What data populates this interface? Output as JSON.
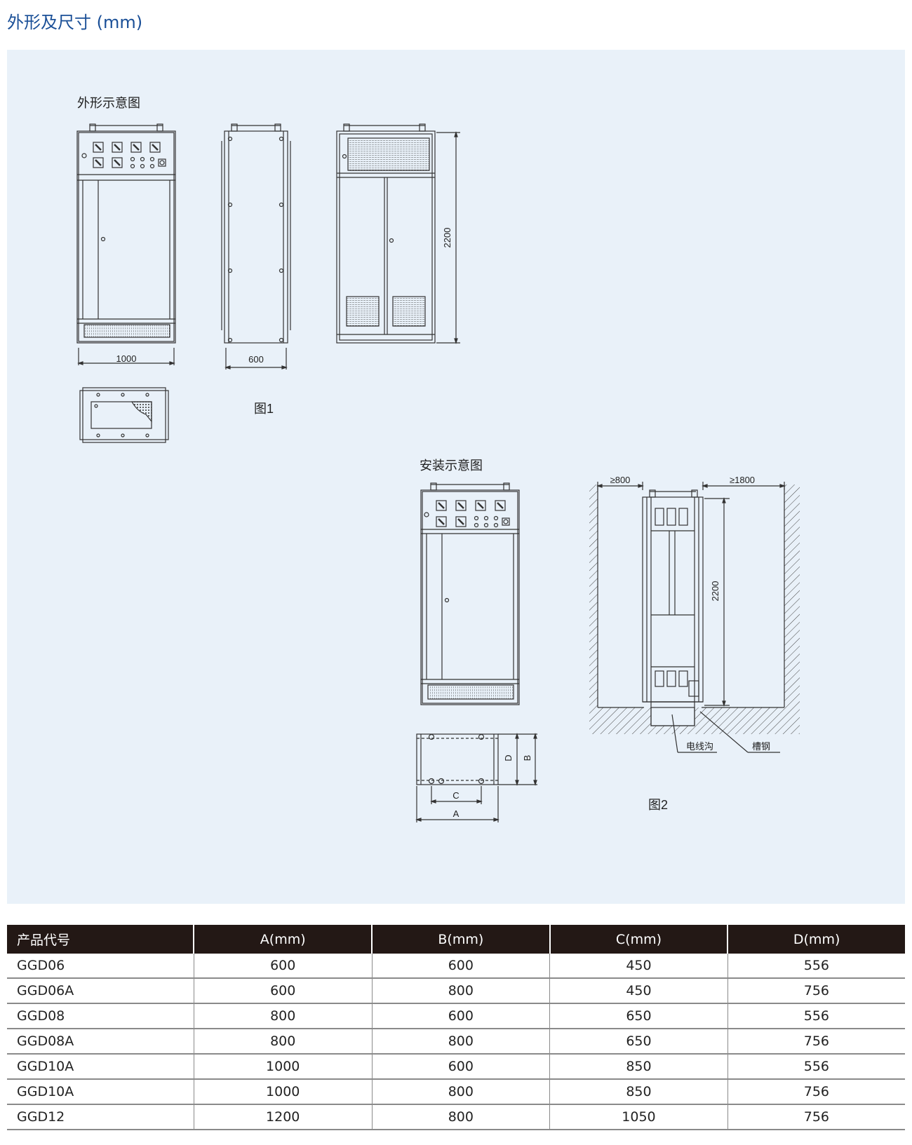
{
  "page": {
    "title": "外形及尺寸 (mm)"
  },
  "figure": {
    "outline_caption": "外形示意图",
    "install_caption": "安装示意图",
    "fig1_label": "图1",
    "fig2_label": "图2",
    "dimensions": {
      "front_width": "1000",
      "side_depth": "600",
      "height": "2200",
      "install_height": "2200",
      "front_clearance": "≥800",
      "rear_clearance": "≥1800",
      "base_a": "A",
      "base_b": "B",
      "base_c": "C",
      "base_d": "D"
    },
    "callouts": {
      "cable_trench": "电线沟",
      "channel_steel": "槽钢"
    }
  },
  "table": {
    "headers": [
      "产品代号",
      "A(mm)",
      "B(mm)",
      "C(mm)",
      "D(mm)"
    ],
    "rows": [
      [
        "GGD06",
        "600",
        "600",
        "450",
        "556"
      ],
      [
        "GGD06A",
        "600",
        "800",
        "450",
        "756"
      ],
      [
        "GGD08",
        "800",
        "600",
        "650",
        "556"
      ],
      [
        "GGD08A",
        "800",
        "800",
        "650",
        "756"
      ],
      [
        "GGD10A",
        "1000",
        "600",
        "850",
        "556"
      ],
      [
        "GGD10A",
        "1000",
        "800",
        "850",
        "756"
      ],
      [
        "GGD12",
        "1200",
        "800",
        "1050",
        "756"
      ]
    ]
  },
  "colors": {
    "title": "#1a4f97",
    "panel_bg": "#e9f1f9",
    "table_header_bg": "#231815",
    "line": "#333333"
  }
}
